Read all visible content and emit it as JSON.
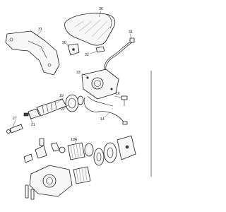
{
  "callouts": {
    "c36": "36",
    "c31": "31",
    "c34": "34",
    "c32": "32",
    "c30": "30",
    "c33": "33",
    "c19": "19",
    "c22": "22",
    "c16": "16",
    "c14": "14",
    "c27": "27",
    "c21": "21",
    "c10a": "10A"
  }
}
